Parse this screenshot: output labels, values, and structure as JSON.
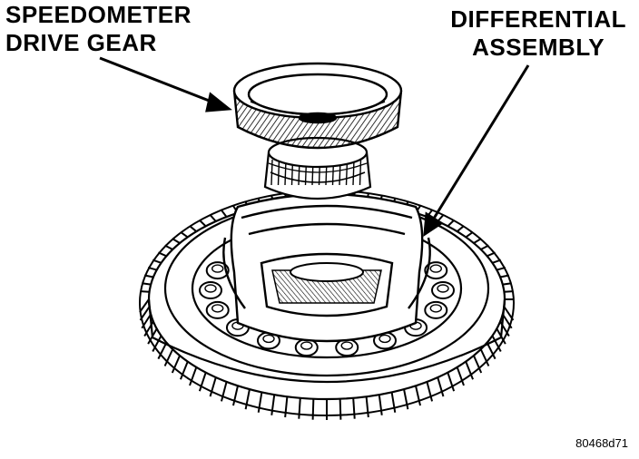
{
  "labels": {
    "speedometer_drive_gear": [
      "SPEEDOMETER",
      "DRIVE GEAR"
    ],
    "differential_assembly": [
      "DIFFERENTIAL",
      "ASSEMBLY"
    ]
  },
  "figure_ref": "80468d71",
  "colors": {
    "ink": "#000000",
    "paper": "#ffffff"
  }
}
